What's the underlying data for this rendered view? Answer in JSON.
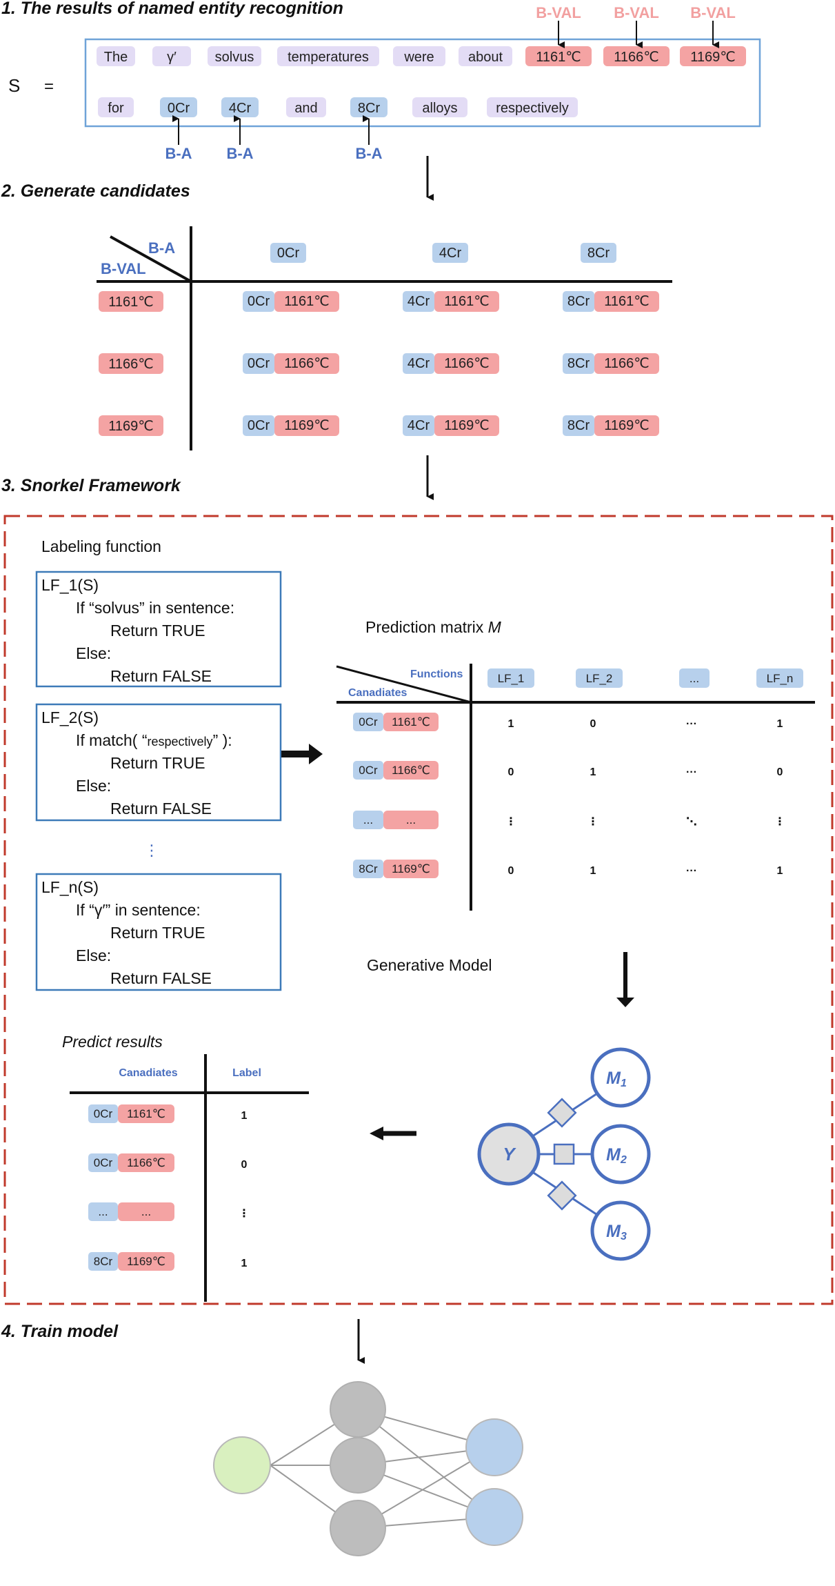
{
  "steps": {
    "s1": "1.  The results of named entity recognition",
    "s2": "2.  Generate candidates",
    "s3": "3. Snorkel Framework",
    "s4": "4. Train model"
  },
  "sentence": {
    "label": "S",
    "equals": "=",
    "row1": [
      "The",
      "γ′",
      "solvus",
      "temperatures",
      "were",
      "about",
      "1161℃",
      "1166℃",
      "1169℃"
    ],
    "row2": [
      "for",
      "0Cr",
      "4Cr",
      "and",
      "8Cr",
      "alloys",
      "respectively"
    ],
    "tag_val": "B-VAL",
    "tag_a": "B-A"
  },
  "candidates": {
    "col_header": "B-A",
    "row_header": "B-VAL",
    "alloys": [
      "0Cr",
      "4Cr",
      "8Cr"
    ],
    "values": [
      "1161℃",
      "1166℃",
      "1169℃"
    ]
  },
  "snorkel": {
    "labeling_title": "Labeling function",
    "lf1": [
      "LF_1(S)",
      "If  “solvus”  in sentence:",
      "Return TRUE",
      "Else:",
      "Return FALSE"
    ],
    "lf2_name": "LF_2(S)",
    "lf2_if": "If  match( “",
    "lf2_word": "respectively",
    "lf2_close": "” ):",
    "lf2_rest": [
      "Return TRUE",
      "Else:",
      "Return FALSE"
    ],
    "vdots": "⋮",
    "lfn": [
      "LF_n(S)",
      "If  “γ′”  in sentence:",
      "Return TRUE",
      "Else:",
      "Return FALSE"
    ],
    "matrix_title": "Prediction matrix ",
    "matrix_symbol": "M",
    "functions_label": "Functions",
    "candidates_label": "Canadiates",
    "lf_headers": [
      "LF_1",
      "LF_2",
      "...",
      "LF_n"
    ],
    "matrix_rows": [
      {
        "a": "0Cr",
        "v": "1161℃",
        "cells": [
          "1",
          "0",
          "···",
          "1"
        ]
      },
      {
        "a": "0Cr",
        "v": "1166℃",
        "cells": [
          "0",
          "1",
          "···",
          "0"
        ]
      },
      {
        "a": "...",
        "v": "...",
        "cells": [
          "⋮",
          "⋮",
          "⋱",
          "⋮"
        ]
      },
      {
        "a": "8Cr",
        "v": "1169℃",
        "cells": [
          "0",
          "1",
          "···",
          "1"
        ]
      }
    ],
    "generative_title": "Generative Model",
    "nodes": {
      "y": "Y",
      "m1": "M",
      "m1s": "1",
      "m2": "M",
      "m2s": "2",
      "m3": "M",
      "m3s": "3"
    },
    "predict_title": "Predict results",
    "predict_cand": "Canadiates",
    "predict_label": "Label",
    "predict_rows": [
      {
        "a": "0Cr",
        "v": "1161℃",
        "label": "1"
      },
      {
        "a": "0Cr",
        "v": "1166℃",
        "label": "0"
      },
      {
        "a": "...",
        "v": "...",
        "label": "⋮"
      },
      {
        "a": "8Cr",
        "v": "1169℃",
        "label": "1"
      }
    ]
  },
  "colors": {
    "lavender": "#e3dcf5",
    "pink": "#f4a3a3",
    "lightblue": "#b7d0ec",
    "frame_blue": "#6fa3d8",
    "accent_blue": "#4a6fbf",
    "dashed_red": "#c0392b",
    "gray_node": "#bdbdbd",
    "green_node": "#d9f0bf"
  }
}
